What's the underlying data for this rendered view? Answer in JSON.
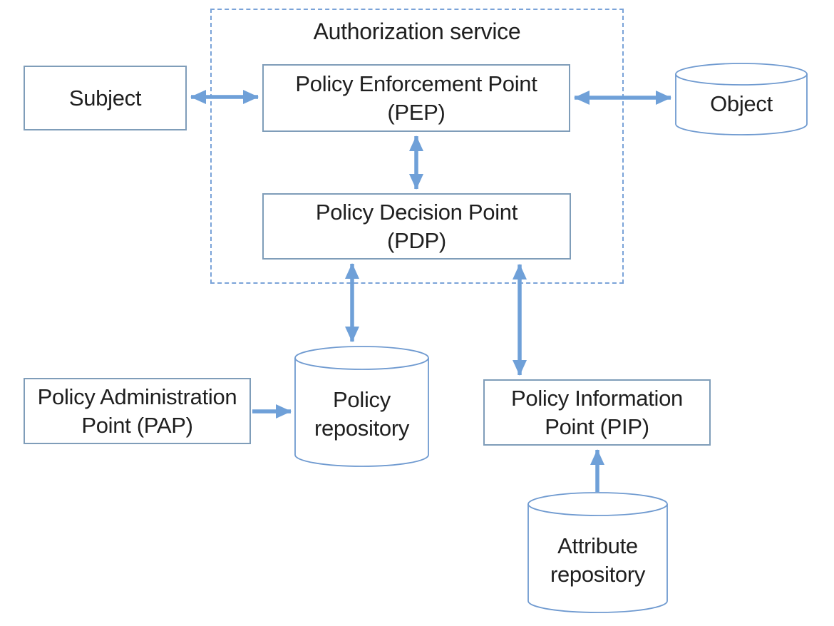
{
  "diagram": {
    "title": "Authorization service",
    "type": "architecture-diagram",
    "topic": "XACML-style authorization service components"
  },
  "nodes": {
    "subject": {
      "label": "Subject",
      "shape": "box"
    },
    "pep": {
      "lines": [
        "Policy Enforcement Point",
        "(PEP)"
      ],
      "shape": "box",
      "inside_boundary": true
    },
    "object": {
      "label": "Object",
      "shape": "cylinder"
    },
    "pdp": {
      "lines": [
        "Policy Decision Point",
        "(PDP)"
      ],
      "shape": "box",
      "inside_boundary": true
    },
    "pap": {
      "lines": [
        "Policy Administration",
        "Point (PAP)"
      ],
      "shape": "box"
    },
    "policy_repository": {
      "lines": [
        "Policy",
        "repository"
      ],
      "shape": "cylinder"
    },
    "pip": {
      "lines": [
        "Policy Information",
        "Point (PIP)"
      ],
      "shape": "box"
    },
    "attribute_repository": {
      "lines": [
        "Attribute",
        "repository"
      ],
      "shape": "cylinder"
    }
  },
  "edges": [
    {
      "from": "subject",
      "to": "pep",
      "direction": "bidirectional"
    },
    {
      "from": "pep",
      "to": "object",
      "direction": "bidirectional"
    },
    {
      "from": "pep",
      "to": "pdp",
      "direction": "bidirectional"
    },
    {
      "from": "pdp",
      "to": "policy_repository",
      "direction": "bidirectional"
    },
    {
      "from": "pdp",
      "to": "pip",
      "direction": "bidirectional"
    },
    {
      "from": "pap",
      "to": "policy_repository",
      "direction": "one-way"
    },
    {
      "from": "attribute_repository",
      "to": "pip",
      "direction": "one-way"
    }
  ],
  "colors": {
    "arrow": "#6FA0D8",
    "box_border": "#7F9DB9",
    "cylinder_border": "#6F9AD0",
    "dashed_border": "#7AA3D8",
    "text": "#1F1F1F",
    "background": "#FFFFFF"
  }
}
